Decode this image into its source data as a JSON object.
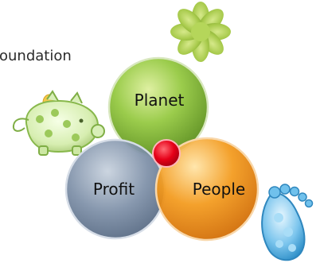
{
  "header": {
    "text": "oundation"
  },
  "diagram": {
    "circles": [
      {
        "id": "planet",
        "label": "Planet"
      },
      {
        "id": "profit",
        "label": "Profit"
      },
      {
        "id": "people",
        "label": "People"
      }
    ],
    "center_marker": {
      "color": "#e0001a"
    }
  },
  "colors": {
    "planet": "#8fbf3f",
    "profit": "#7c8ea6",
    "people": "#f39a1c",
    "accent": "#e0001a",
    "flower": "#a6c94a",
    "footprint": "#47a7df"
  },
  "decorations": {
    "flower_icon": "flower-icon",
    "piggy_bank_icon": "piggy-bank-icon",
    "footprint_icon": "footprint-icon"
  }
}
